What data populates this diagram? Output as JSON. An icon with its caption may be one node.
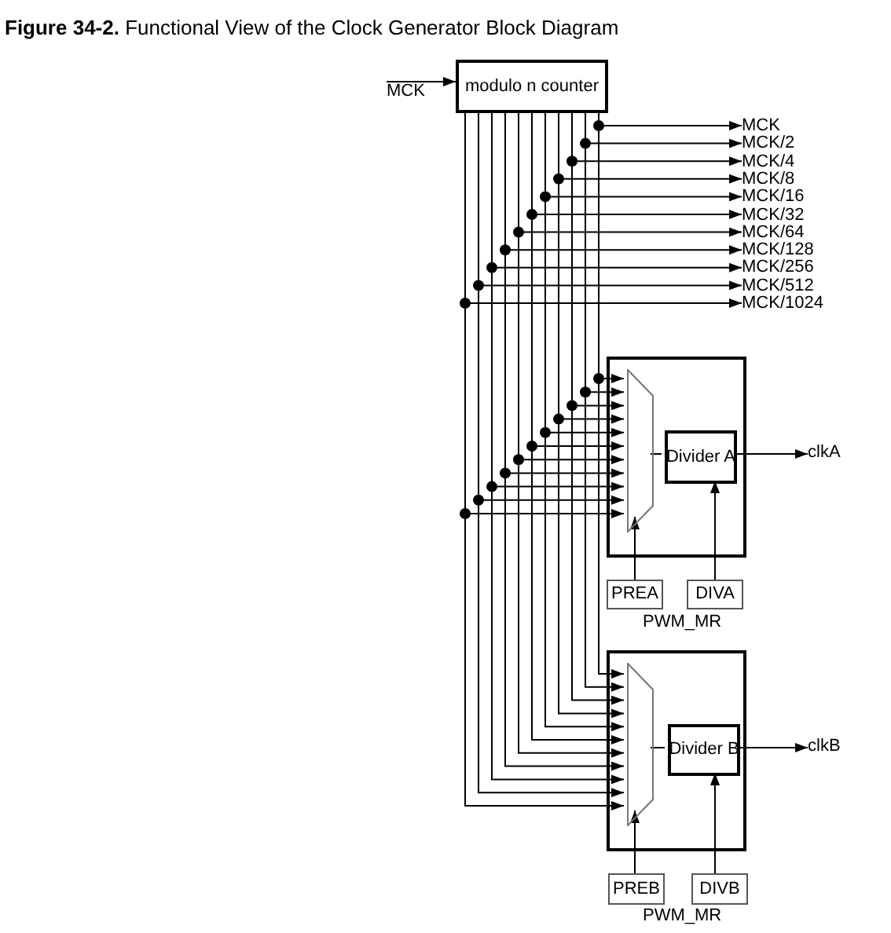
{
  "diagram": {
    "title": "**Figure 34-2.** Functional View of the Clock Generator Block Diagram",
    "nodes": [
      {
        "text": [
          "modulo n counter"
        ]
      },
      {
        "text": [
          "MCK"
        ]
      },
      {
        "text": [
          "MCK"
        ]
      },
      {
        "text": [
          "MCK/2"
        ]
      },
      {
        "text": [
          "MCK/4"
        ]
      },
      {
        "text": [
          "MCK/8"
        ]
      },
      {
        "text": [
          "MCK/16"
        ]
      },
      {
        "text": [
          "MCK/32"
        ]
      },
      {
        "text": [
          "MCK/64"
        ]
      },
      {
        "text": [
          "MCK/128"
        ]
      },
      {
        "text": [
          "MCK/256"
        ]
      },
      {
        "text": [
          "MCK/512"
        ]
      },
      {
        "text": [
          "MCK/1024"
        ]
      },
      {
        "text": [],
        "shape": "box"
      },
      {
        "text": [],
        "shape": "trapezoid",
        "in": 13
      },
      {
        "text": [
          "Divider A"
        ],
        "in": 13
      },
      {
        "text": [
          "clkA"
        ]
      },
      {
        "text": [
          "PREA"
        ]
      },
      {
        "text": [
          "DIVA"
        ]
      },
      {
        "text": [],
        "shape": "box"
      },
      {
        "text": [],
        "shape": "trapezoid",
        "in": 19
      },
      {
        "text": [
          "Divider B"
        ],
        "in": 19
      },
      {
        "text": [
          "clkB"
        ]
      },
      {
        "text": [
          "PREB"
        ]
      },
      {
        "text": [
          "DIVB"
        ]
      }
    ],
    "edges": [
      {
        "from": 1,
        "to": 0,
        "arrow": "to"
      },
      {
        "from": 0,
        "to": 2,
        "arrow": "to"
      },
      {
        "from": 0,
        "to": 3,
        "arrow": "to"
      },
      {
        "from": 0,
        "to": 4,
        "arrow": "to"
      },
      {
        "from": 0,
        "to": 5,
        "arrow": "to"
      },
      {
        "from": 0,
        "to": 6,
        "arrow": "to"
      },
      {
        "from": 0,
        "to": 7,
        "arrow": "to"
      },
      {
        "from": 0,
        "to": 8,
        "arrow": "to"
      },
      {
        "from": 0,
        "to": 9,
        "arrow": "to"
      },
      {
        "from": 0,
        "to": 10,
        "arrow": "to"
      },
      {
        "from": 0,
        "to": 11,
        "arrow": "to"
      },
      {
        "from": 0,
        "to": 12,
        "arrow": "to"
      },
      {
        "from": 0,
        "to": 14,
        "arrow": "to"
      },
      {
        "from": 0,
        "to": 14,
        "arrow": "to"
      },
      {
        "from": 0,
        "to": 14,
        "arrow": "to"
      },
      {
        "from": 0,
        "to": 14,
        "arrow": "to"
      },
      {
        "from": 0,
        "to": 14,
        "arrow": "to"
      },
      {
        "from": 0,
        "to": 14,
        "arrow": "to"
      },
      {
        "from": 0,
        "to": 14,
        "arrow": "to"
      },
      {
        "from": 0,
        "to": 14,
        "arrow": "to"
      },
      {
        "from": 0,
        "to": 14,
        "arrow": "to"
      },
      {
        "from": 0,
        "to": 14,
        "arrow": "to"
      },
      {
        "from": 0,
        "to": 14,
        "arrow": "to"
      },
      {
        "from": 0,
        "to": 20,
        "arrow": "to"
      },
      {
        "from": 0,
        "to": 20,
        "arrow": "to"
      },
      {
        "from": 0,
        "to": 20,
        "arrow": "to"
      },
      {
        "from": 0,
        "to": 20,
        "arrow": "to"
      },
      {
        "from": 0,
        "to": 20,
        "arrow": "to"
      },
      {
        "from": 0,
        "to": 20,
        "arrow": "to"
      },
      {
        "from": 0,
        "to": 20,
        "arrow": "to"
      },
      {
        "from": 0,
        "to": 20,
        "arrow": "to"
      },
      {
        "from": 0,
        "to": 20,
        "arrow": "to"
      },
      {
        "from": 0,
        "to": 20,
        "arrow": "to"
      },
      {
        "from": 0,
        "to": 20,
        "arrow": "to"
      },
      {
        "from": 14,
        "to": 15,
        "arrow": "none"
      },
      {
        "from": 15,
        "to": 16,
        "arrow": "to"
      },
      {
        "from": 17,
        "to": 14,
        "arrow": "to"
      },
      {
        "from": 18,
        "to": 15,
        "arrow": "to"
      },
      {
        "from": 20,
        "to": 21,
        "arrow": "none"
      },
      {
        "from": 21,
        "to": 22,
        "arrow": "to"
      },
      {
        "from": 23,
        "to": 20,
        "arrow": "to"
      },
      {
        "from": 24,
        "to": 21,
        "arrow": "to"
      }
    ],
    "labels": [
      "PWM_MR",
      "PWM_MR"
    ]
  }
}
